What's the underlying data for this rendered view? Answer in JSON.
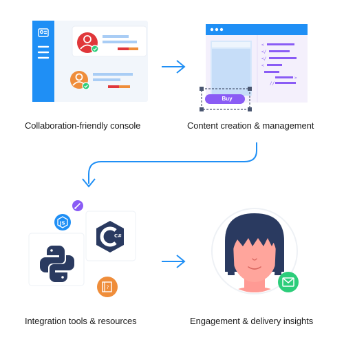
{
  "steps": [
    {
      "caption": "Collaboration-friendly console"
    },
    {
      "caption": "Content creation & management",
      "button_label": "Buy"
    },
    {
      "caption": "Integration tools & resources",
      "csharp_label": "C#"
    },
    {
      "caption": "Engagement & delivery insights"
    }
  ],
  "colors": {
    "blue": "#1f8ff5",
    "light_blue": "#d7e8fb",
    "purple": "#8a5cf5",
    "lavender": "#f1ecfb",
    "red": "#e0373a",
    "orange": "#ef8d3a",
    "green": "#2ccd7a",
    "navy": "#2a3a60"
  },
  "icons": [
    "user-avatar-icon",
    "check-icon",
    "nodejs-icon",
    "brush-icon",
    "csharp-icon",
    "python-icon",
    "help-book-icon",
    "envelope-icon",
    "arrow-right-icon",
    "curved-arrow-icon"
  ]
}
